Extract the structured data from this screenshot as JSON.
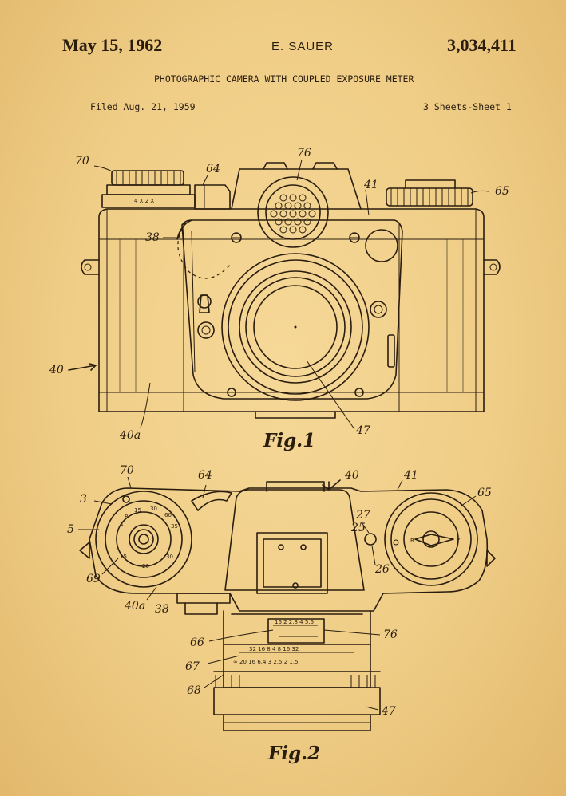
{
  "header": {
    "date": "May 15, 1962",
    "inventor": "E. SAUER",
    "patent_number": "3,034,411",
    "title": "PHOTOGRAPHIC CAMERA WITH COUPLED EXPOSURE METER",
    "filed": "Filed Aug. 21, 1959",
    "sheets": "3 Sheets-Sheet 1"
  },
  "figure1": {
    "caption": "Fig.1",
    "refs": {
      "r70": "70",
      "r64": "64",
      "r76": "76",
      "r41": "41",
      "r65": "65",
      "r38": "38",
      "r40": "40",
      "r40a": "40a",
      "r47": "47"
    }
  },
  "figure2": {
    "caption": "Fig.2",
    "refs": {
      "r70": "70",
      "r64": "64",
      "r40": "40",
      "r41": "41",
      "r65": "65",
      "r3": "3",
      "r5": "5",
      "r69": "69",
      "r40a": "40a",
      "r38": "38",
      "r27": "27",
      "r25": "25",
      "r26": "26",
      "r66": "66",
      "r67": "67",
      "r68": "68",
      "r76": "76",
      "r47": "47"
    }
  }
}
